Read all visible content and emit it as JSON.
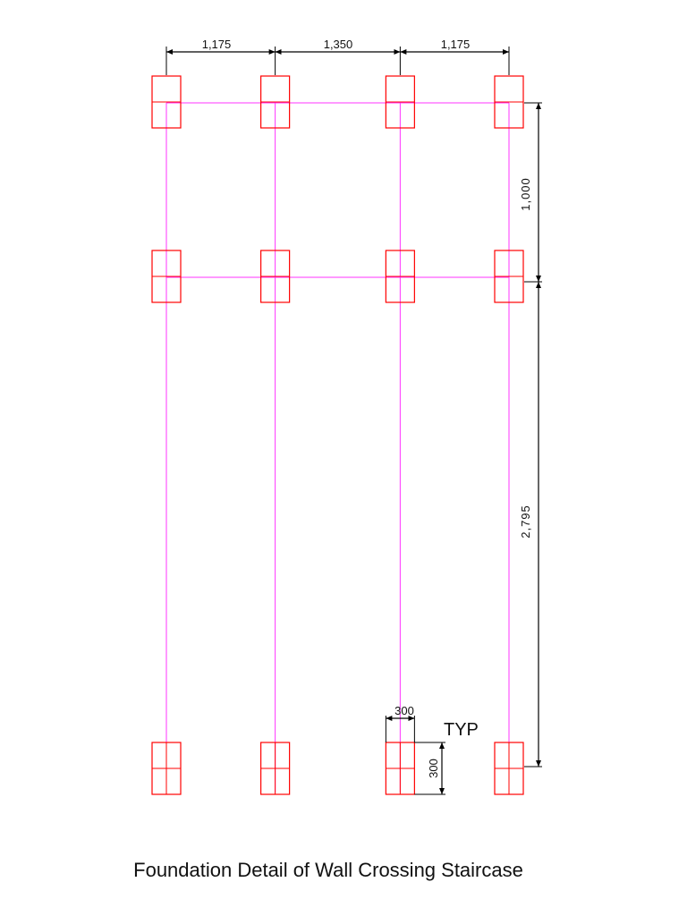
{
  "title": "Foundation Detail of Wall Crossing Staircase",
  "colors": {
    "footing": "#ff0000",
    "wall_line": "#ff33ff",
    "dimension": "#000000"
  },
  "column_spacings": [
    {
      "value": 1175,
      "label": "1,175"
    },
    {
      "value": 1350,
      "label": "1,350"
    },
    {
      "value": 1175,
      "label": "1,175"
    }
  ],
  "row_spacings": [
    {
      "value": 1000,
      "label": "1,000"
    },
    {
      "value": 2795,
      "label": "2,795"
    }
  ],
  "footing_size": {
    "width": 300,
    "height": 300,
    "width_label": "300",
    "height_label": "300",
    "note": "TYP"
  }
}
